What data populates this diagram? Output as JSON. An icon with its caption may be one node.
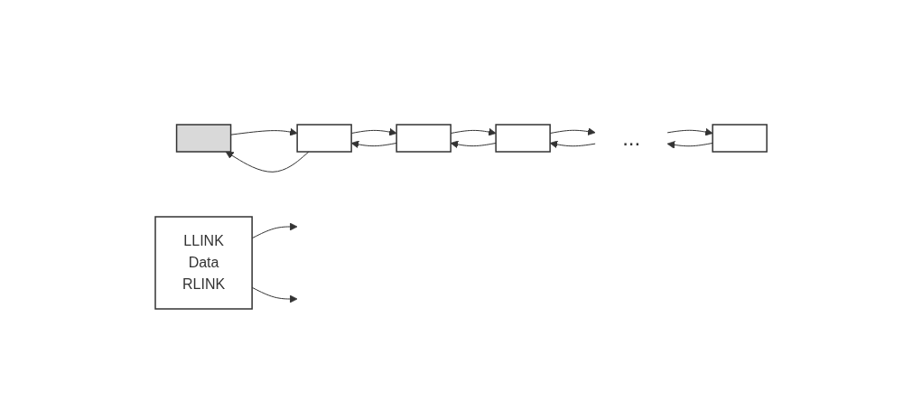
{
  "diagram": {
    "nodes": [
      {
        "text": [
          "LLINK",
          "Data",
          "RLINK"
        ]
      },
      {
        "text": [],
        "shape": "box"
      },
      {
        "text": [],
        "shape": "box"
      },
      {
        "text": [],
        "shape": "box"
      },
      {
        "text": [],
        "shape": "box"
      },
      {
        "text": [
          "..."
        ]
      },
      {
        "text": [],
        "shape": "box"
      }
    ],
    "edges": [
      {
        "from": 0,
        "to": null,
        "arrow": "to"
      },
      {
        "from": 0,
        "to": null,
        "arrow": "to"
      },
      {
        "from": 1,
        "to": 2,
        "arrow": "to"
      },
      {
        "from": 2,
        "to": 1,
        "arrow": "to"
      },
      {
        "from": 2,
        "to": 3,
        "arrow": "to"
      },
      {
        "from": 3,
        "to": 2,
        "arrow": "to"
      },
      {
        "from": 3,
        "to": 4,
        "arrow": "to"
      },
      {
        "from": 4,
        "to": 3,
        "arrow": "to"
      },
      {
        "from": 4,
        "to": 5,
        "arrow": "to"
      },
      {
        "from": 5,
        "to": 4,
        "arrow": "to"
      },
      {
        "from": 5,
        "to": 6,
        "arrow": "to"
      },
      {
        "from": 6,
        "to": 5,
        "arrow": "to"
      }
    ]
  }
}
